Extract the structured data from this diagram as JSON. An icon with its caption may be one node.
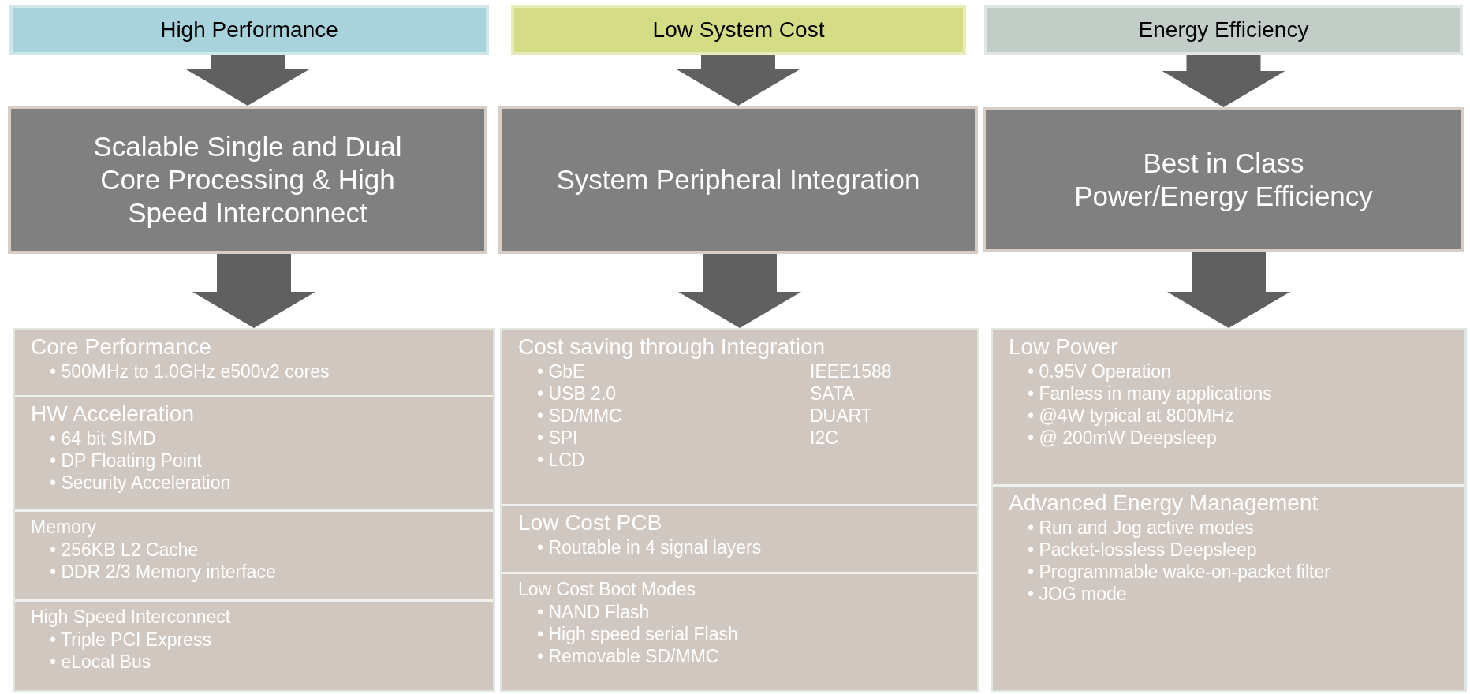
{
  "diagram": {
    "nodes": [
      {
        "text": [
          "High Performance"
        ]
      },
      {
        "text": [
          "Low System Cost"
        ]
      },
      {
        "text": [
          "Energy Efficiency"
        ]
      },
      {
        "text": [
          "Scalable Single and Dual Core Processing & High Speed Interconnect"
        ]
      },
      {
        "text": [
          "System Peripheral Integration"
        ]
      },
      {
        "text": [
          "Best in Class Power/Energy Efficiency"
        ]
      },
      {
        "text": [],
        "shape": "box"
      },
      {
        "text": [
          "Core Performance",
          "• 500MHz to 1.0GHz e500v2 cores"
        ],
        "in": 6
      },
      {
        "text": [
          "HW Acceleration",
          "• 64 bit SIMD",
          "• DP Floating Point",
          "• Security Acceleration"
        ],
        "in": 6
      },
      {
        "text": [
          "Memory",
          "• 256KB L2 Cache",
          "• DDR 2/3 Memory interface"
        ],
        "in": 6
      },
      {
        "text": [
          "High Speed Interconnect",
          "• Triple PCI Express",
          "• eLocal Bus"
        ],
        "in": 6
      },
      {
        "text": [],
        "shape": "box"
      },
      {
        "text": [
          "Cost saving through Integration",
          "• GbE",
          "IEEE1588",
          "• USB 2.0",
          "SATA",
          "• SD/MMC",
          "DUART",
          "• SPI",
          "I2C",
          "• LCD"
        ],
        "in": 11
      },
      {
        "text": [
          "Low Cost PCB",
          "• Routable in 4 signal layers"
        ],
        "in": 11
      },
      {
        "text": [
          "Low Cost Boot Modes",
          "• NAND Flash",
          "• High speed serial Flash",
          "• Removable SD/MMC"
        ],
        "in": 11
      },
      {
        "text": [],
        "shape": "box"
      },
      {
        "text": [
          "Low Power",
          "• 0.95V Operation",
          "• Fanless in many applications",
          "• @4W typical at 800MHz",
          "• @ 200mW Deepsleep"
        ],
        "in": 15
      },
      {
        "text": [
          "Advanced Energy Management",
          "• Run and Jog active modes",
          "• Packet-lossless Deepsleep",
          "• Programmable wake-on-packet filter",
          "• JOG mode"
        ],
        "in": 15
      }
    ],
    "edges": [
      {
        "from": 0,
        "to": 3,
        "arrow": "to"
      },
      {
        "from": 1,
        "to": 4,
        "arrow": "to"
      },
      {
        "from": 2,
        "to": 5,
        "arrow": "to"
      },
      {
        "from": 3,
        "to": 6,
        "arrow": "to"
      },
      {
        "from": 4,
        "to": 11,
        "arrow": "to"
      },
      {
        "from": 5,
        "to": 15,
        "arrow": "to"
      }
    ]
  }
}
